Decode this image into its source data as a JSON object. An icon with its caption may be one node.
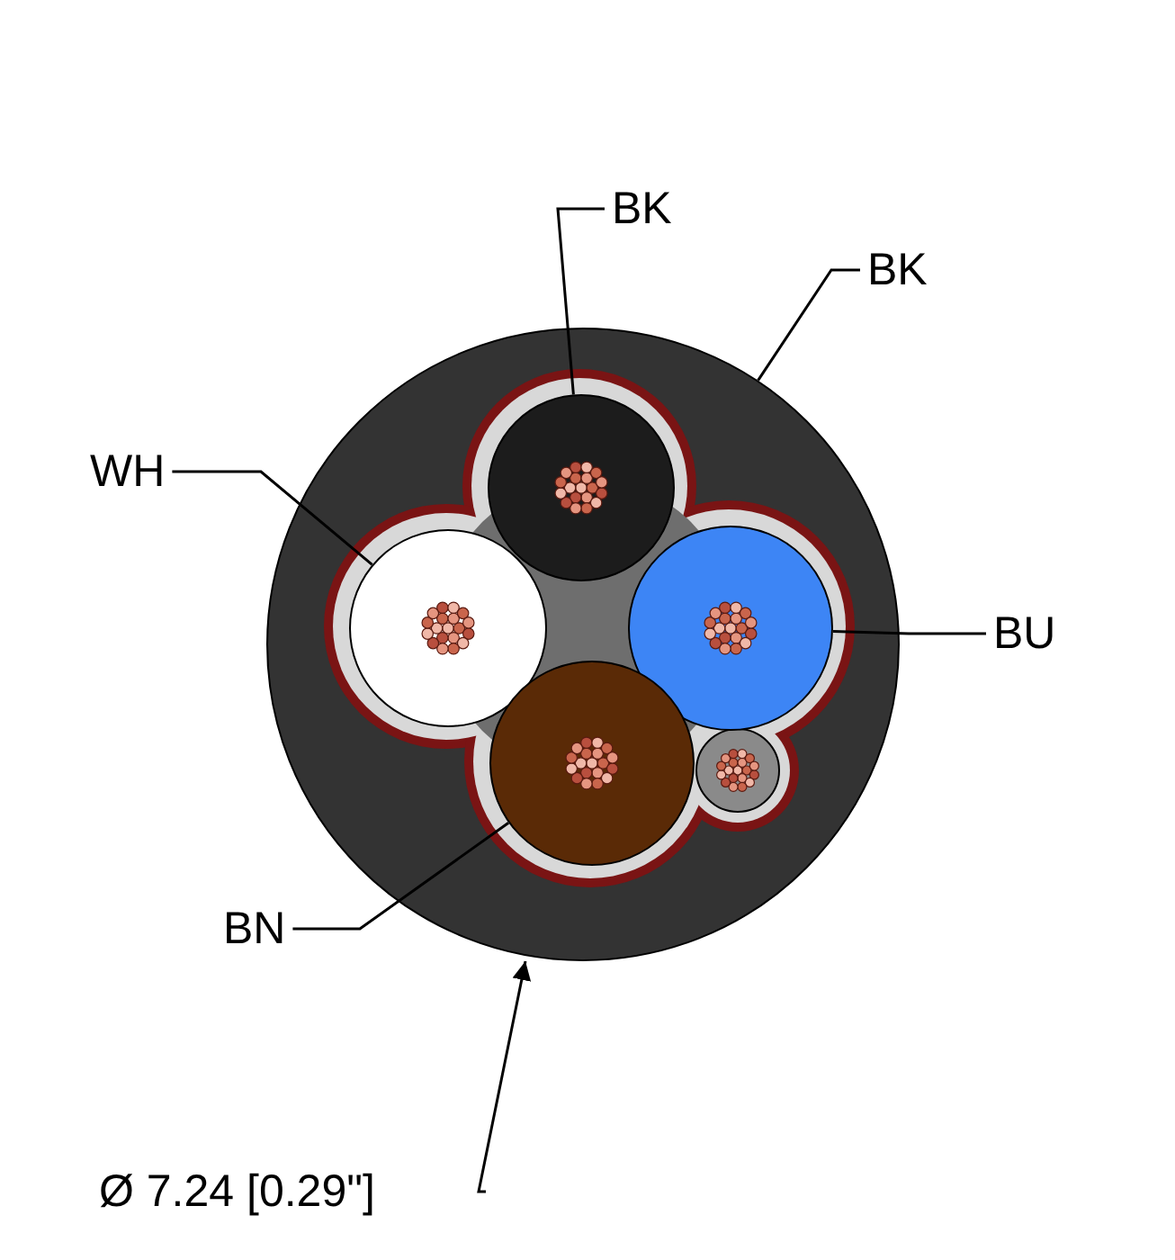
{
  "diagram": {
    "nodes": [
      {
        "text": [
          "BK"
        ]
      },
      {
        "text": [
          "BK"
        ]
      },
      {
        "text": [],
        "shape": "circle"
      },
      {
        "text": [
          "WH"
        ]
      },
      {
        "text": [
          "BU"
        ]
      },
      {
        "text": [
          "BN"
        ]
      },
      {
        "text": [],
        "shape": "circle",
        "in": 2
      },
      {
        "text": [],
        "shape": "circle",
        "in": 2
      },
      {
        "text": [],
        "shape": "circle",
        "in": 2
      },
      {
        "text": [],
        "shape": "circle",
        "in": 2
      }
    ],
    "edges": [
      {
        "from": 0,
        "to": 6,
        "arrow": "none"
      },
      {
        "from": 1,
        "to": 2,
        "arrow": "none"
      },
      {
        "from": 3,
        "to": 7,
        "arrow": "none"
      },
      {
        "from": 4,
        "to": 8,
        "arrow": "none"
      },
      {
        "from": 5,
        "to": 9,
        "arrow": "none"
      }
    ],
    "labels": [
      "Ø 7.24 [0.29\"]"
    ]
  }
}
